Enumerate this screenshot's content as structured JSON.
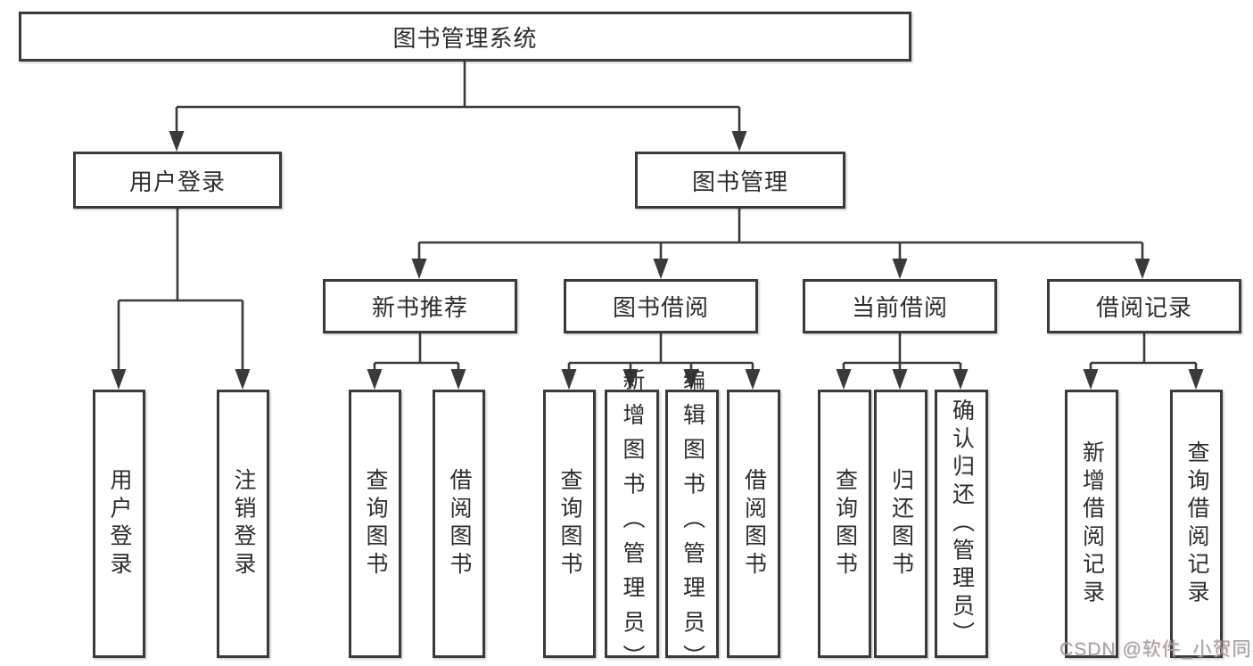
{
  "diagram_type": "tree",
  "tree": {
    "label": "图书管理系统",
    "children": [
      {
        "label": "用户登录",
        "children": [
          {
            "label": "用户登录"
          },
          {
            "label": "注销登录"
          }
        ]
      },
      {
        "label": "图书管理",
        "children": [
          {
            "label": "新书推荐",
            "children": [
              {
                "label": "查询图书"
              },
              {
                "label": "借阅图书"
              }
            ]
          },
          {
            "label": "图书借阅",
            "children": [
              {
                "label": "查询图书"
              },
              {
                "label": "新增图书（管理员）"
              },
              {
                "label": "编辑图书（管理员）"
              },
              {
                "label": "借阅图书"
              }
            ]
          },
          {
            "label": "当前借阅",
            "children": [
              {
                "label": "查询图书"
              },
              {
                "label": "归还图书"
              },
              {
                "label": "确认归还（管理员）"
              }
            ]
          },
          {
            "label": "借阅记录",
            "children": [
              {
                "label": "新增借阅记录"
              },
              {
                "label": "查询借阅记录"
              }
            ]
          }
        ]
      }
    ]
  },
  "watermark": "CSDN @软件_小贺同学",
  "colors": {
    "line": "#3a3a3a",
    "box_border": "#3a3a3a",
    "text": "#2d2d2d",
    "watermark": "#a2a2a2",
    "background": "#ffffff"
  }
}
